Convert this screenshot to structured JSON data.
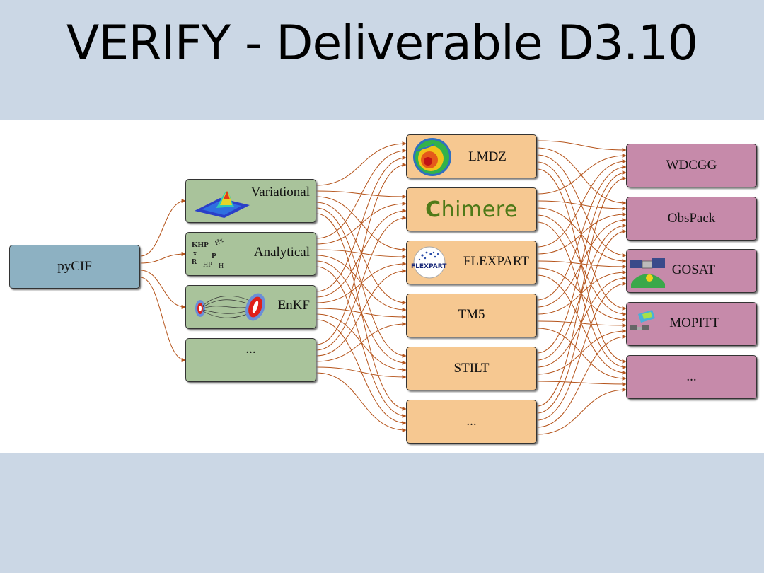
{
  "slide": {
    "title": "VERIFY - Deliverable D3.10"
  },
  "diagram": {
    "root": {
      "label": "pyCIF"
    },
    "methods": [
      {
        "id": "variational",
        "label": "Variational",
        "icon": "gaussian-surface-icon"
      },
      {
        "id": "analytical",
        "label": "Analytical",
        "icon": "matrix-formula-icon"
      },
      {
        "id": "enkf",
        "label": "EnKF",
        "icon": "ensemble-ellipse-icon"
      },
      {
        "id": "more-methods",
        "label": "..."
      }
    ],
    "models": [
      {
        "id": "lmdz",
        "label": "LMDZ",
        "icon": "globe-map-icon"
      },
      {
        "id": "chimere",
        "label": "himere",
        "logo_letter": "C",
        "icon": "chimere-logo-icon"
      },
      {
        "id": "flexpart",
        "label": "FLEXPART",
        "logo_text": "FLEXPART",
        "icon": "flexpart-logo-icon"
      },
      {
        "id": "tm5",
        "label": "TM5"
      },
      {
        "id": "stilt",
        "label": "STILT"
      },
      {
        "id": "more-models",
        "label": "..."
      }
    ],
    "observations": [
      {
        "id": "wdcgg",
        "label": "WDCGG"
      },
      {
        "id": "obspack",
        "label": "ObsPack"
      },
      {
        "id": "gosat",
        "label": "GOSAT",
        "icon": "satellite-icon"
      },
      {
        "id": "mopitt",
        "label": "MOPITT",
        "icon": "satellite-swath-icon"
      },
      {
        "id": "more-obs",
        "label": "..."
      }
    ],
    "colors": {
      "root": "#8db1c2",
      "methods": "#a9c39b",
      "models": "#f6c891",
      "observations": "#c68aaa",
      "arrows": "#b5541b"
    }
  }
}
